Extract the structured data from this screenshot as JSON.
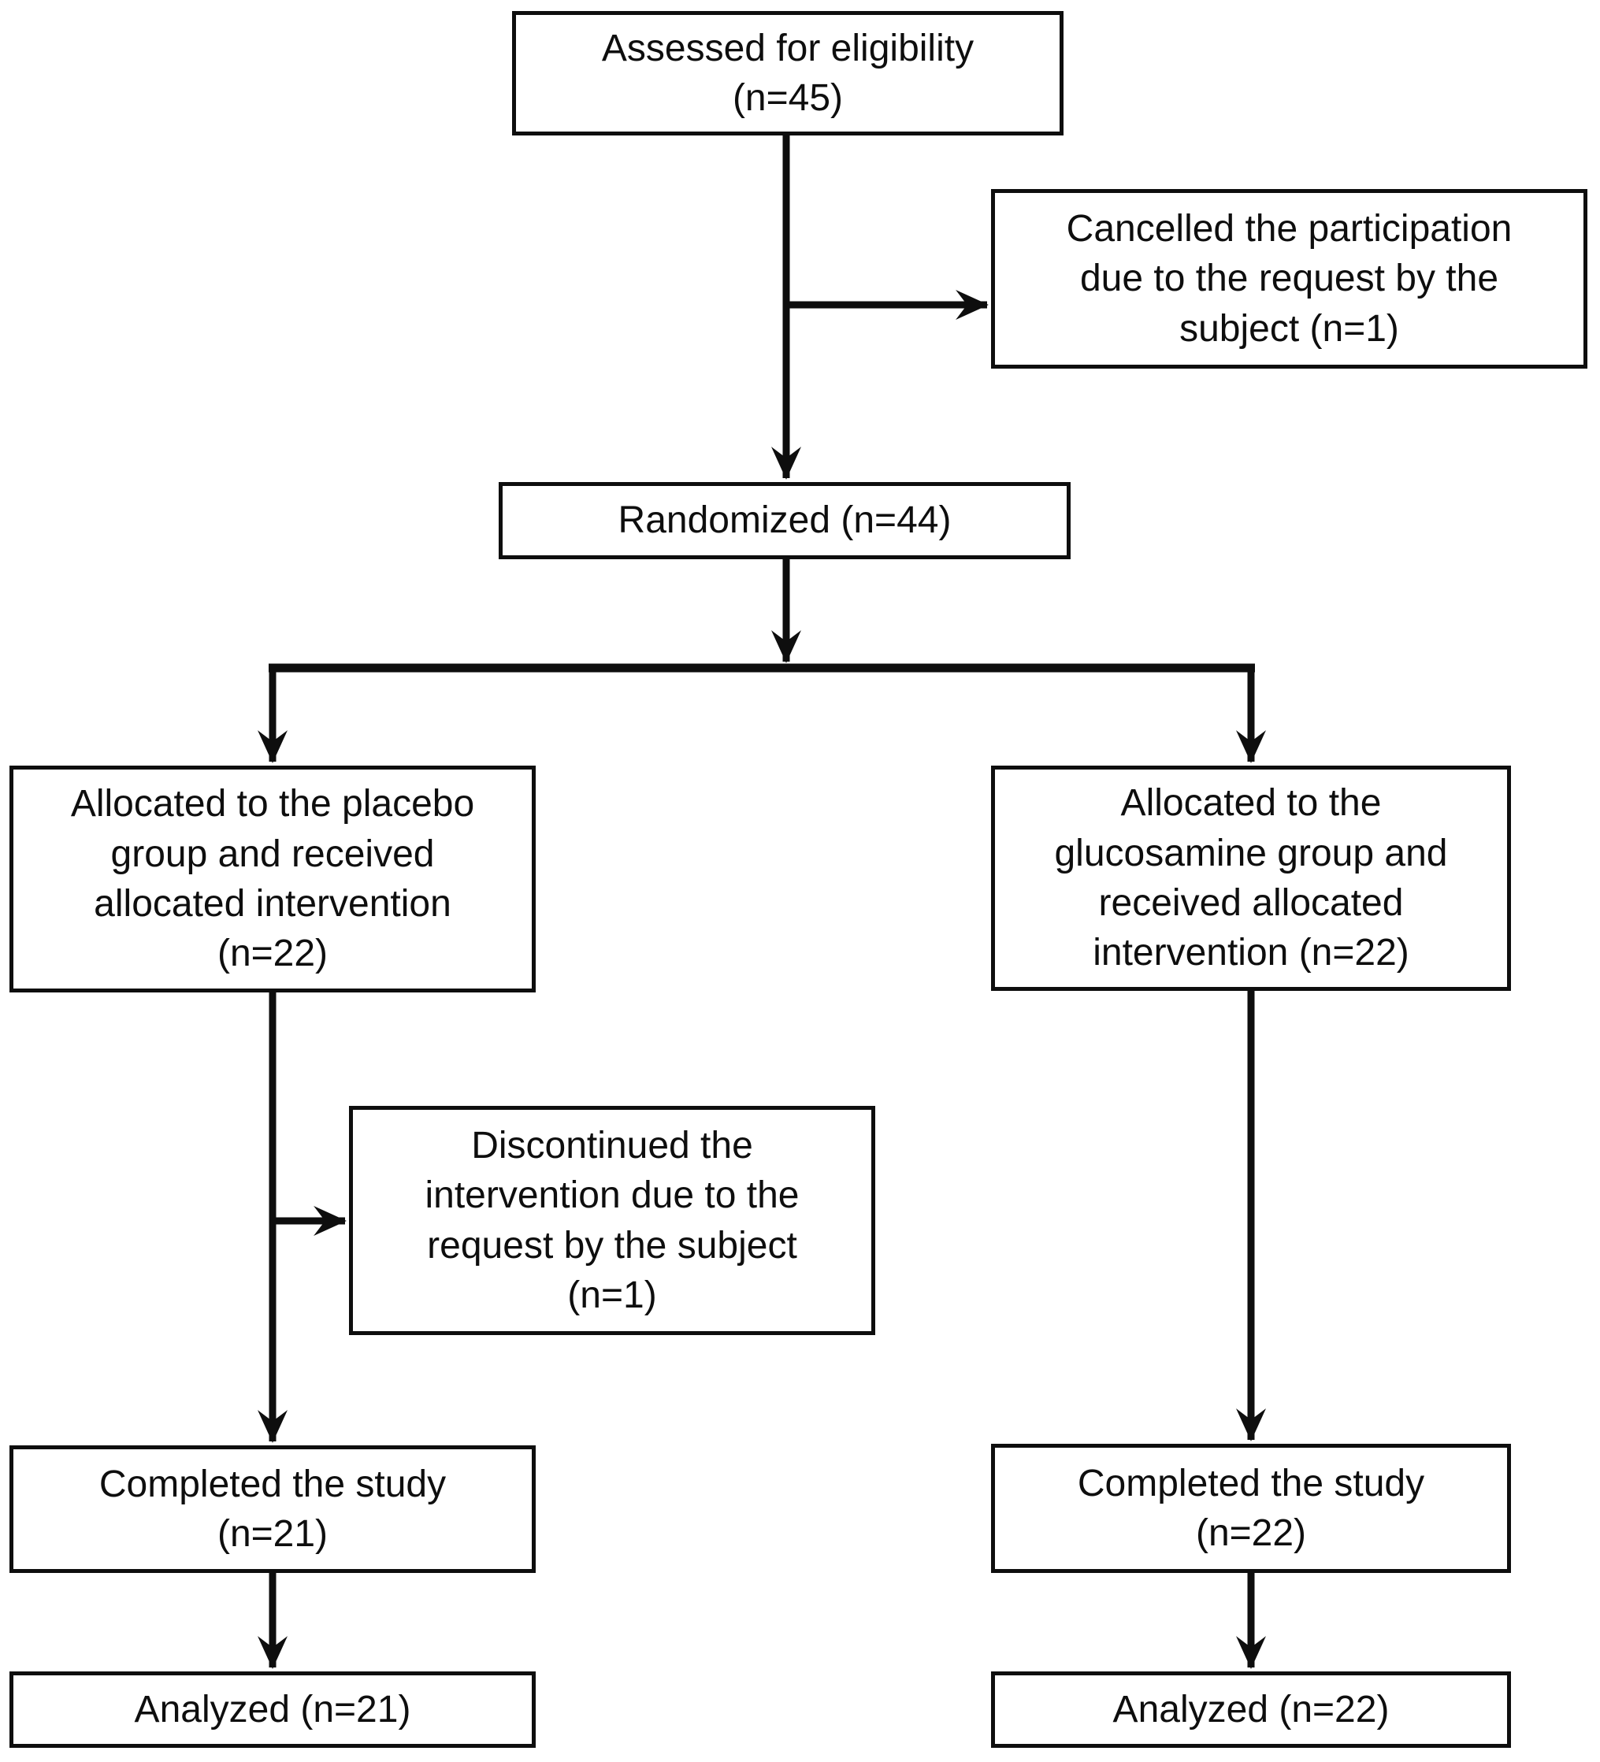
{
  "flow": {
    "nodes": {
      "eligibility": {
        "label": "Assessed for eligibility\n(n=45)"
      },
      "cancelled": {
        "label": "Cancelled the participation\ndue to the request by the\nsubject (n=1)"
      },
      "randomized": {
        "label": "Randomized (n=44)"
      },
      "alloc_placebo": {
        "label": "Allocated to the placebo\ngroup and received\nallocated intervention\n(n=22)"
      },
      "alloc_glucosamine": {
        "label": "Allocated to the\nglucosamine group and\nreceived allocated\nintervention (n=22)"
      },
      "discontinued": {
        "label": "Discontinued the\nintervention due to the\nrequest by the subject\n(n=1)"
      },
      "completed_placebo": {
        "label": "Completed the study\n(n=21)"
      },
      "completed_glucosamine": {
        "label": "Completed the study\n(n=22)"
      },
      "analyzed_placebo": {
        "label": "Analyzed (n=21)"
      },
      "analyzed_glucosamine": {
        "label": "Analyzed (n=22)"
      }
    },
    "colors": {
      "ink": "#0e0e0e",
      "background": "#ffffff"
    }
  }
}
